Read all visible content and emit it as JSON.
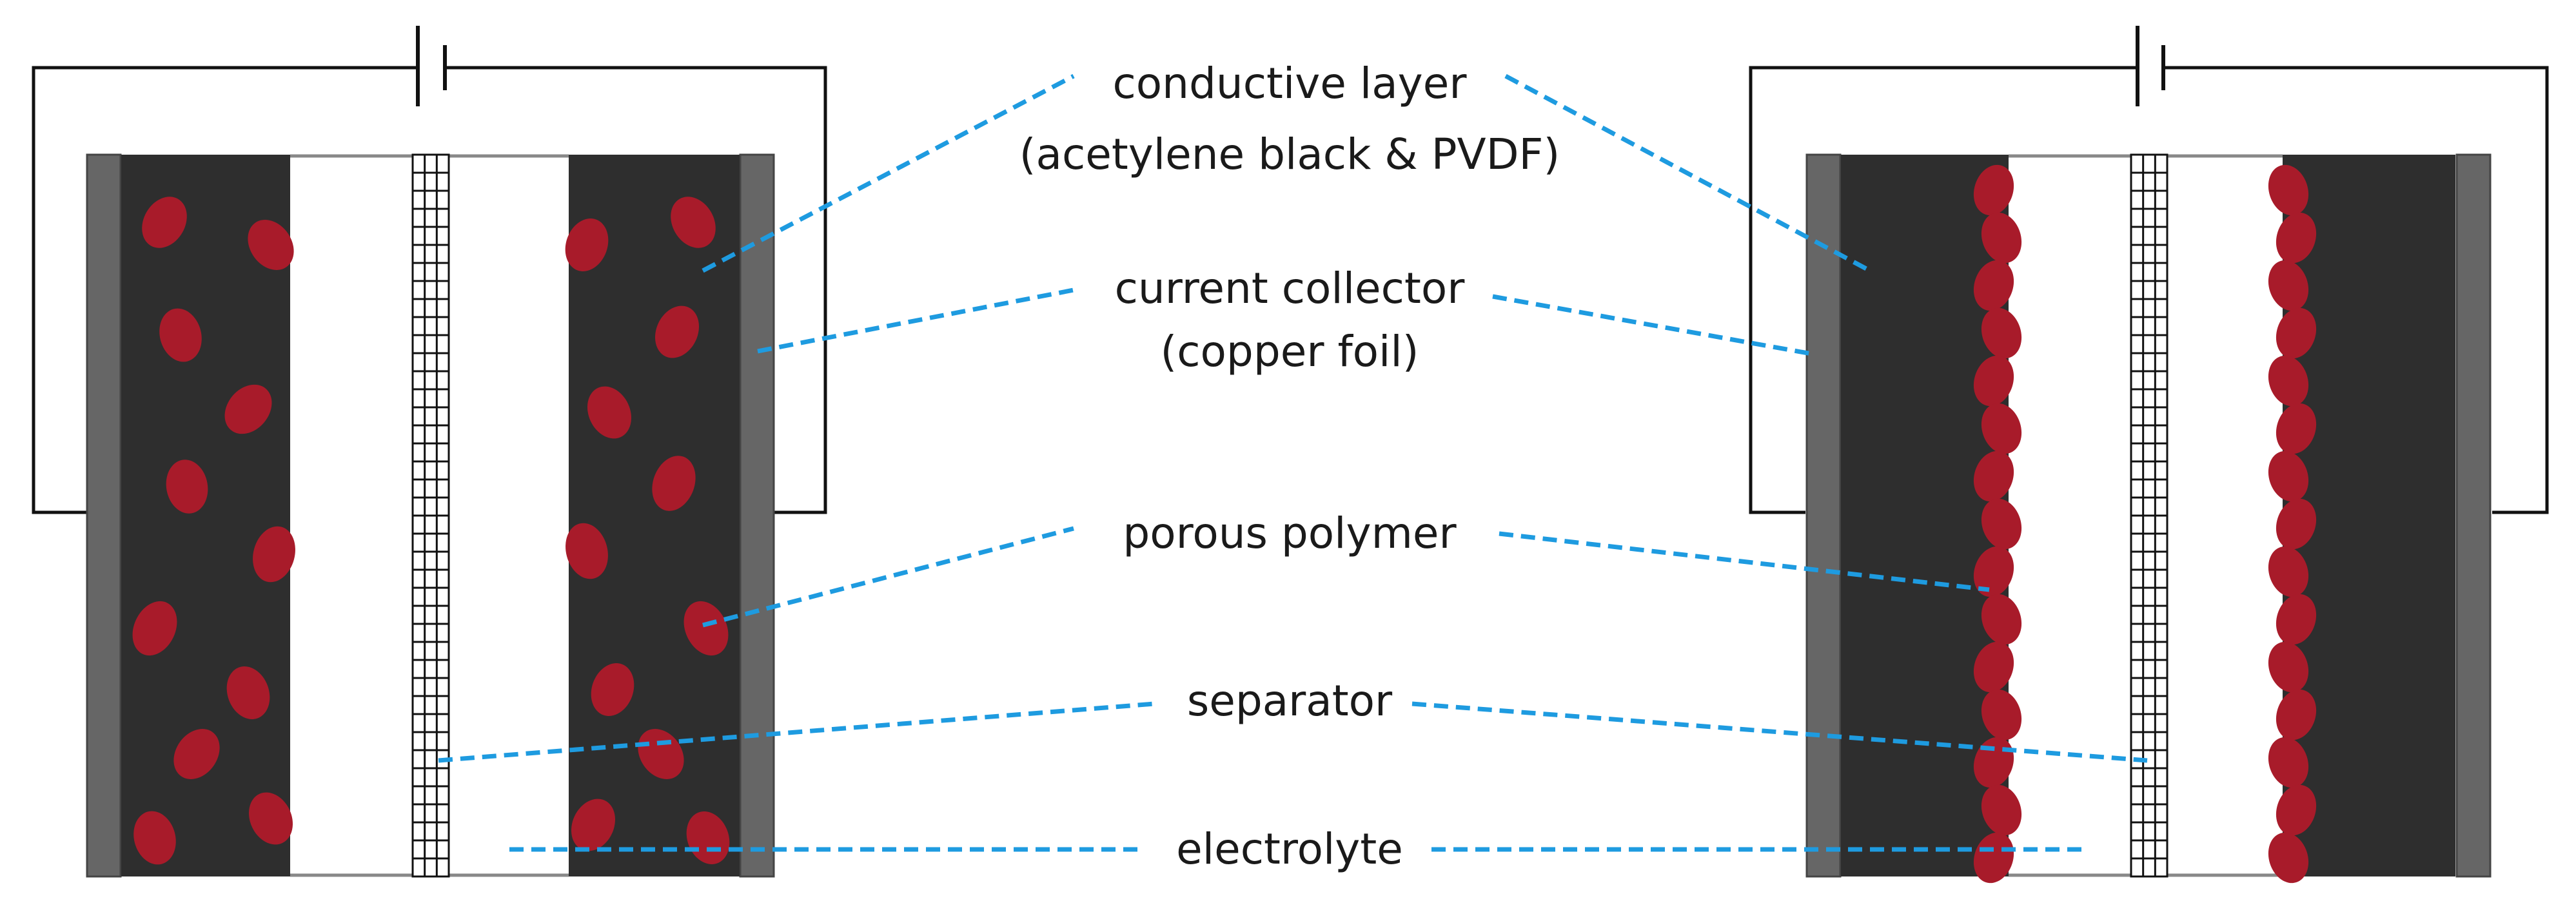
{
  "labels": {
    "conductive_layer": "conductive layer",
    "conductive_layer_detail": "(acetylene black & PVDF)",
    "current_collector": "current collector",
    "current_collector_detail": "(copper foil)",
    "porous_polymer": "porous polymer",
    "separator": "separator",
    "electrolyte": "electrolyte"
  },
  "colors": {
    "conductive_layer": "#2e2e2e",
    "current_collector": "#666666",
    "porous_polymer": "#a81b2a",
    "leader_line": "#1e9be0",
    "electrolyte": "#ffffff",
    "wire": "#111111"
  },
  "cells": [
    {
      "name": "dispersed-cell",
      "polymer_distribution": "dispersed"
    },
    {
      "name": "interface-cell",
      "polymer_distribution": "interface"
    }
  ]
}
